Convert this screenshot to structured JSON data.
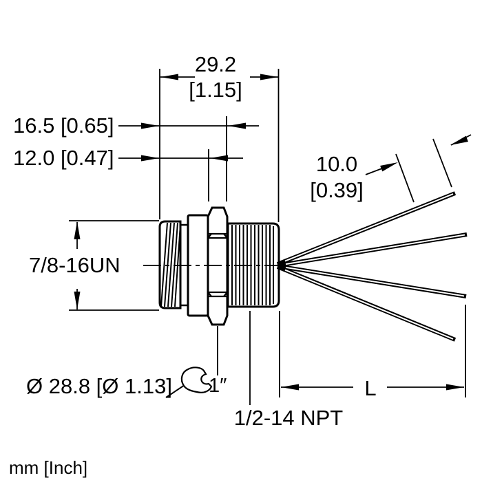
{
  "colors": {
    "line": "#000000",
    "background": "#ffffff"
  },
  "units_note": "mm [Inch]",
  "dimensions": {
    "overall_length": {
      "mm": "29.2",
      "inch": "[1.15]"
    },
    "length_front_to_hex_rear": "16.5 [0.65]",
    "length_front_to_hex_front": "12.0 [0.47]",
    "wire_strip_length": {
      "mm": "10.0",
      "inch": "[0.39]"
    },
    "cable_length": "L"
  },
  "labels": {
    "front_thread": "7/8-16UN",
    "rear_thread": "1/2-14 NPT",
    "flange_diameter": "Ø 28.8 [Ø 1.13]",
    "wrench_size": "1″"
  },
  "icons": {
    "wrench": "open-end-wrench"
  },
  "drawing": {
    "type": "connector-dimension-drawing",
    "wire_count": 4
  }
}
